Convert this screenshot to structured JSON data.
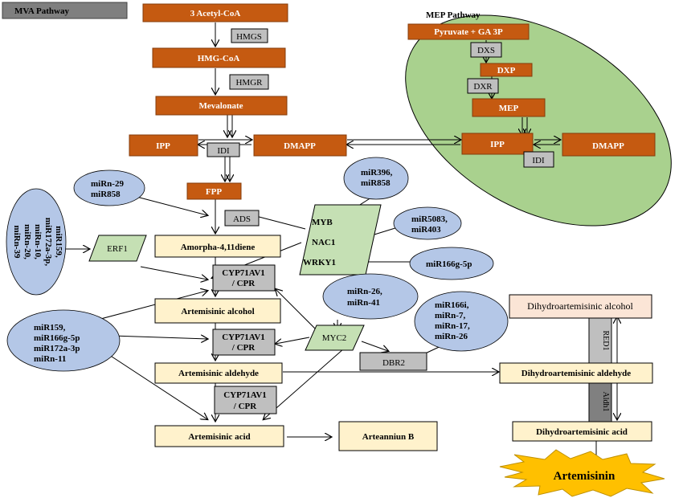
{
  "mva_label": "MVA Pathway",
  "mep_label": "MEP  Pathway",
  "nodes": {
    "acetyl_coa": "3 Acetyl-CoA",
    "hmgs": "HMGS",
    "hmg_coa": "HMG-CoA",
    "hmgr": "HMGR",
    "mevalonate": "Mevalonate",
    "ipp_left": "IPP",
    "idi_left": "IDI",
    "dmapp_left": "DMAPP",
    "fpp": "FPP",
    "ads": "ADS",
    "amorpha": "Amorpha-4,11diene",
    "cyp1": [
      "CYP71AV1",
      "/ CPR"
    ],
    "art_alcohol": "Artemisinic alcohol",
    "cyp2": [
      "CYP71AV1",
      "/ CPR"
    ],
    "art_aldehyde": "Artemisinic aldehyde",
    "cyp3": [
      "CYP71AV1",
      "/ CPR"
    ],
    "art_acid": "Artemisinic acid",
    "arteanniun": "Arteanniun  B",
    "dbr2": "DBR2",
    "dh_alcohol": "Dihydroartemisinic  alcohol",
    "red1": "RED1",
    "dh_aldehyde": "Dihydroartemisinic  aldehyde",
    "aldh1": "Aldh1",
    "dh_acid": "Dihydroartemisinic  acid",
    "artemisinin": "Artemisinin",
    "pyruvate": "Pyruvate  +  GA 3P",
    "dxs": "DXS",
    "dxp": "DXP",
    "dxr": "DXR",
    "mep": "MEP",
    "ipp_right": "IPP",
    "dmapp_right": "DMAPP",
    "idi_right": "IDI"
  },
  "tfs": {
    "erf1": "ERF1",
    "tf_group": [
      "MYB",
      "NAC1",
      "WRKY1"
    ],
    "myc2": "MYC2"
  },
  "mirnas": {
    "m1": [
      "miRn-29",
      "miR858"
    ],
    "m2": [
      "miR396,",
      "miR858"
    ],
    "m3": [
      "miR5083,",
      "miR403"
    ],
    "m4": [
      "miR166g-5p"
    ],
    "m5": [
      "miR159,",
      "miR172a-3p,",
      "miRn-10,",
      "miRn-20,",
      "miRn-39"
    ],
    "m6": [
      "miRn-26,",
      "miRn-41"
    ],
    "m7": [
      "miR166i,",
      "miRn-7,",
      "miRn-17,",
      "miRn-26"
    ],
    "m8": [
      "miR159,",
      "miR166g-5p",
      "miR172a-3p",
      "miRn-11"
    ]
  },
  "colors": {
    "orange": "#c55a11",
    "gray": "#bfbfbf",
    "cream": "#fff2cc",
    "pink": "#fbe5d6",
    "green": "#a9d18e",
    "lightgreen": "#c5e0b4",
    "blue": "#b4c7e7",
    "yellow": "#ffc000"
  }
}
